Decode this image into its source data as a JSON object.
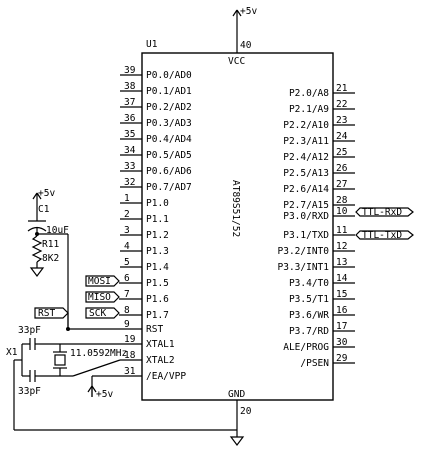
{
  "chip": {
    "ref": "U1",
    "part": "AT89S51/52",
    "vcc_label": "VCC",
    "gnd_label": "GND",
    "vcc_pin": "40",
    "gnd_pin": "20",
    "left_pins": [
      {
        "num": "39",
        "name": "P0.0/AD0"
      },
      {
        "num": "38",
        "name": "P0.1/AD1"
      },
      {
        "num": "37",
        "name": "P0.2/AD2"
      },
      {
        "num": "36",
        "name": "P0.3/AD3"
      },
      {
        "num": "35",
        "name": "P0.4/AD4"
      },
      {
        "num": "34",
        "name": "P0.5/AD5"
      },
      {
        "num": "33",
        "name": "P0.6/AD6"
      },
      {
        "num": "32",
        "name": "P0.7/AD7"
      },
      {
        "num": "1",
        "name": "P1.0"
      },
      {
        "num": "2",
        "name": "P1.1"
      },
      {
        "num": "3",
        "name": "P1.2"
      },
      {
        "num": "4",
        "name": "P1.3"
      },
      {
        "num": "5",
        "name": "P1.4"
      },
      {
        "num": "6",
        "name": "P1.5"
      },
      {
        "num": "7",
        "name": "P1.6"
      },
      {
        "num": "8",
        "name": "P1.7"
      },
      {
        "num": "9",
        "name": "RST"
      },
      {
        "num": "19",
        "name": "XTAL1"
      },
      {
        "num": "18",
        "name": "XTAL2"
      },
      {
        "num": "31",
        "name": "/EA/VPP"
      }
    ],
    "right_pins": [
      {
        "num": "21",
        "name": "P2.0/A8"
      },
      {
        "num": "22",
        "name": "P2.1/A9"
      },
      {
        "num": "23",
        "name": "P2.2/A10"
      },
      {
        "num": "24",
        "name": "P2.3/A11"
      },
      {
        "num": "25",
        "name": "P2.4/A12"
      },
      {
        "num": "26",
        "name": "P2.5/A13"
      },
      {
        "num": "27",
        "name": "P2.6/A14"
      },
      {
        "num": "28",
        "name": "P2.7/A15"
      },
      {
        "num": "10",
        "name": "P3.0/RXD"
      },
      {
        "num": "11",
        "name": "P3.1/TXD"
      },
      {
        "num": "12",
        "name": "P3.2/INT0"
      },
      {
        "num": "13",
        "name": "P3.3/INT1"
      },
      {
        "num": "14",
        "name": "P3.4/T0"
      },
      {
        "num": "15",
        "name": "P3.5/T1"
      },
      {
        "num": "16",
        "name": "P3.6/WR"
      },
      {
        "num": "17",
        "name": "P3.7/RD"
      },
      {
        "num": "30",
        "name": "ALE/PROG"
      },
      {
        "num": "29",
        "name": "/PSEN"
      }
    ]
  },
  "power": {
    "vcc_top": "+5v",
    "vcc_cap": "+5v",
    "vcc_ea": "+5v"
  },
  "reset": {
    "cap_ref": "C1",
    "cap_value": "10uF",
    "res_ref": "R11",
    "res_value": "8K2"
  },
  "crystal": {
    "ref": "X1",
    "freq": "11.0592MHz",
    "cap_top": "33pF",
    "cap_bottom": "33pF"
  },
  "net_labels": {
    "rst": "RST",
    "mosi": "MOSI",
    "miso": "MISO",
    "sck": "SCK",
    "rxd": "TTL-RxD",
    "txd": "TTL-TxD"
  }
}
